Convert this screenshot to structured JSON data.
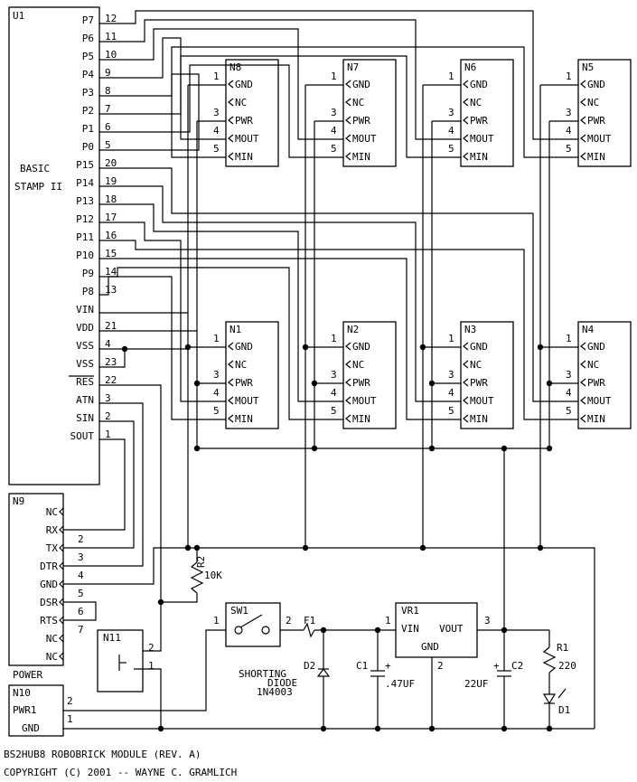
{
  "u1": {
    "ref": "U1",
    "label_line1": "BASIC",
    "label_line2": "STAMP II",
    "pins": [
      {
        "name": "P7",
        "num": "12"
      },
      {
        "name": "P6",
        "num": "11"
      },
      {
        "name": "P5",
        "num": "10"
      },
      {
        "name": "P4",
        "num": "9"
      },
      {
        "name": "P3",
        "num": "8"
      },
      {
        "name": "P2",
        "num": "7"
      },
      {
        "name": "P1",
        "num": "6"
      },
      {
        "name": "P0",
        "num": "5"
      },
      {
        "name": "P15",
        "num": "20"
      },
      {
        "name": "P14",
        "num": "19"
      },
      {
        "name": "P13",
        "num": "18"
      },
      {
        "name": "P12",
        "num": "17"
      },
      {
        "name": "P11",
        "num": "16"
      },
      {
        "name": "P10",
        "num": "15"
      },
      {
        "name": "P9",
        "num": "14"
      },
      {
        "name": "P8",
        "num": "13"
      },
      {
        "name": "VIN",
        "num": ""
      },
      {
        "name": "VDD",
        "num": "21"
      },
      {
        "name": "VSS",
        "num": "4"
      },
      {
        "name": "VSS",
        "num": "23"
      },
      {
        "name": "RES",
        "num": "22"
      },
      {
        "name": "ATN",
        "num": "3"
      },
      {
        "name": "SIN",
        "num": "2"
      },
      {
        "name": "SOUT",
        "num": "1"
      }
    ]
  },
  "connectors": {
    "pin_labels": [
      "GND",
      "NC",
      "PWR",
      "MOUT",
      "MIN"
    ],
    "pin_nums": [
      "1",
      "",
      "3",
      "4",
      "5"
    ],
    "top": [
      "N8",
      "N7",
      "N6",
      "N5"
    ],
    "bottom": [
      "N1",
      "N2",
      "N3",
      "N4"
    ]
  },
  "n9": {
    "ref": "N9",
    "pins": [
      {
        "name": "NC",
        "num": ""
      },
      {
        "name": "RX",
        "num": "2"
      },
      {
        "name": "TX",
        "num": "3"
      },
      {
        "name": "DTR",
        "num": "4"
      },
      {
        "name": "GND",
        "num": "5"
      },
      {
        "name": "DSR",
        "num": "6"
      },
      {
        "name": "RTS",
        "num": "7"
      },
      {
        "name": "NC",
        "num": ""
      },
      {
        "name": "NC",
        "num": ""
      }
    ]
  },
  "power_title": "POWER",
  "n10": {
    "ref": "N10",
    "pin1": "PWR1",
    "pin1_num": "2",
    "pin2": "GND",
    "pin2_num": "1"
  },
  "n11": {
    "ref": "N11",
    "pin_a": "2",
    "pin_b": "1"
  },
  "r2": {
    "ref": "R2",
    "value": "10K"
  },
  "sw1": {
    "ref": "SW1",
    "pin1": "1",
    "pin2": "2"
  },
  "f1": {
    "ref": "F1"
  },
  "d2": {
    "ref": "D2",
    "note_line1": "SHORTING",
    "note_line2": "DIODE",
    "part": "1N4003"
  },
  "c1": {
    "ref": "C1",
    "plus": "+",
    "value": ".47UF"
  },
  "vr1": {
    "ref": "VR1",
    "vin": "VIN",
    "vout": "VOUT",
    "gnd": "GND",
    "pin1": "1",
    "pin2": "2",
    "pin3": "3"
  },
  "c2": {
    "ref": "C2",
    "plus": "+",
    "value": "22UF"
  },
  "r1": {
    "ref": "R1",
    "value": "220"
  },
  "d1": {
    "ref": "D1"
  },
  "footer": {
    "line1": "BS2HUB8 ROBOBRICK MODULE (REV. A)",
    "line2": "COPYRIGHT (C) 2001 -- WAYNE C. GRAMLICH"
  }
}
